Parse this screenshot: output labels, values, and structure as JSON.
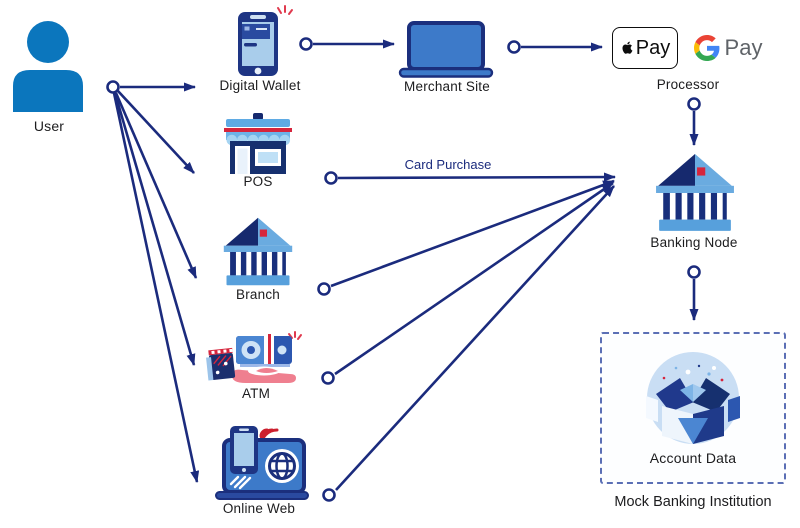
{
  "diagram_type": "payment-flow-diagram",
  "nodes": {
    "user": {
      "label": "User"
    },
    "digital_wallet": {
      "label": "Digital Wallet"
    },
    "merchant_site": {
      "label": "Merchant Site"
    },
    "processor": {
      "label": "Processor",
      "apple_pay_text": "Pay",
      "google_pay_text": "Pay"
    },
    "pos": {
      "label": "POS"
    },
    "banking_node": {
      "label": "Banking Node"
    },
    "branch": {
      "label": "Branch"
    },
    "atm": {
      "label": "ATM"
    },
    "online_web": {
      "label": "Online Web"
    },
    "account_data": {
      "label": "Account Data"
    },
    "mock_banking_institution": {
      "label": "Mock Banking Institution"
    }
  },
  "edges": [
    {
      "from": "User",
      "to": "Digital Wallet"
    },
    {
      "from": "User",
      "to": "POS"
    },
    {
      "from": "User",
      "to": "Branch"
    },
    {
      "from": "User",
      "to": "ATM"
    },
    {
      "from": "User",
      "to": "Online Web"
    },
    {
      "from": "Digital Wallet",
      "to": "Merchant Site"
    },
    {
      "from": "Merchant Site",
      "to": "Processor"
    },
    {
      "from": "Processor",
      "to": "Banking Node"
    },
    {
      "from": "POS",
      "to": "Banking Node",
      "label": "Card Purchase"
    },
    {
      "from": "Branch",
      "to": "Banking Node"
    },
    {
      "from": "ATM",
      "to": "Banking Node"
    },
    {
      "from": "Online Web",
      "to": "Banking Node"
    },
    {
      "from": "Banking Node",
      "to": "Account Data"
    }
  ],
  "colors": {
    "arrow_navy": "#1b2b7d",
    "user_blue": "#0b76bd",
    "accent_red": "#d6253c",
    "bank_dark_navy": "#16296e",
    "bank_light_blue": "#6aabe0",
    "bank_base_blue": "#57a0dc",
    "laptop_blue": "#3d7ac9",
    "screen_light_blue": "#a9cdeb",
    "account_circle_blue": "#c9def4",
    "dashed_border_blue": "#5b6fb5",
    "google_pay_gray": "#5f6368",
    "google_blue": "#4285F4",
    "google_red": "#EA4335",
    "google_yellow": "#FBBC05",
    "google_green": "#34A853",
    "label_text": "#1c1c1e"
  }
}
